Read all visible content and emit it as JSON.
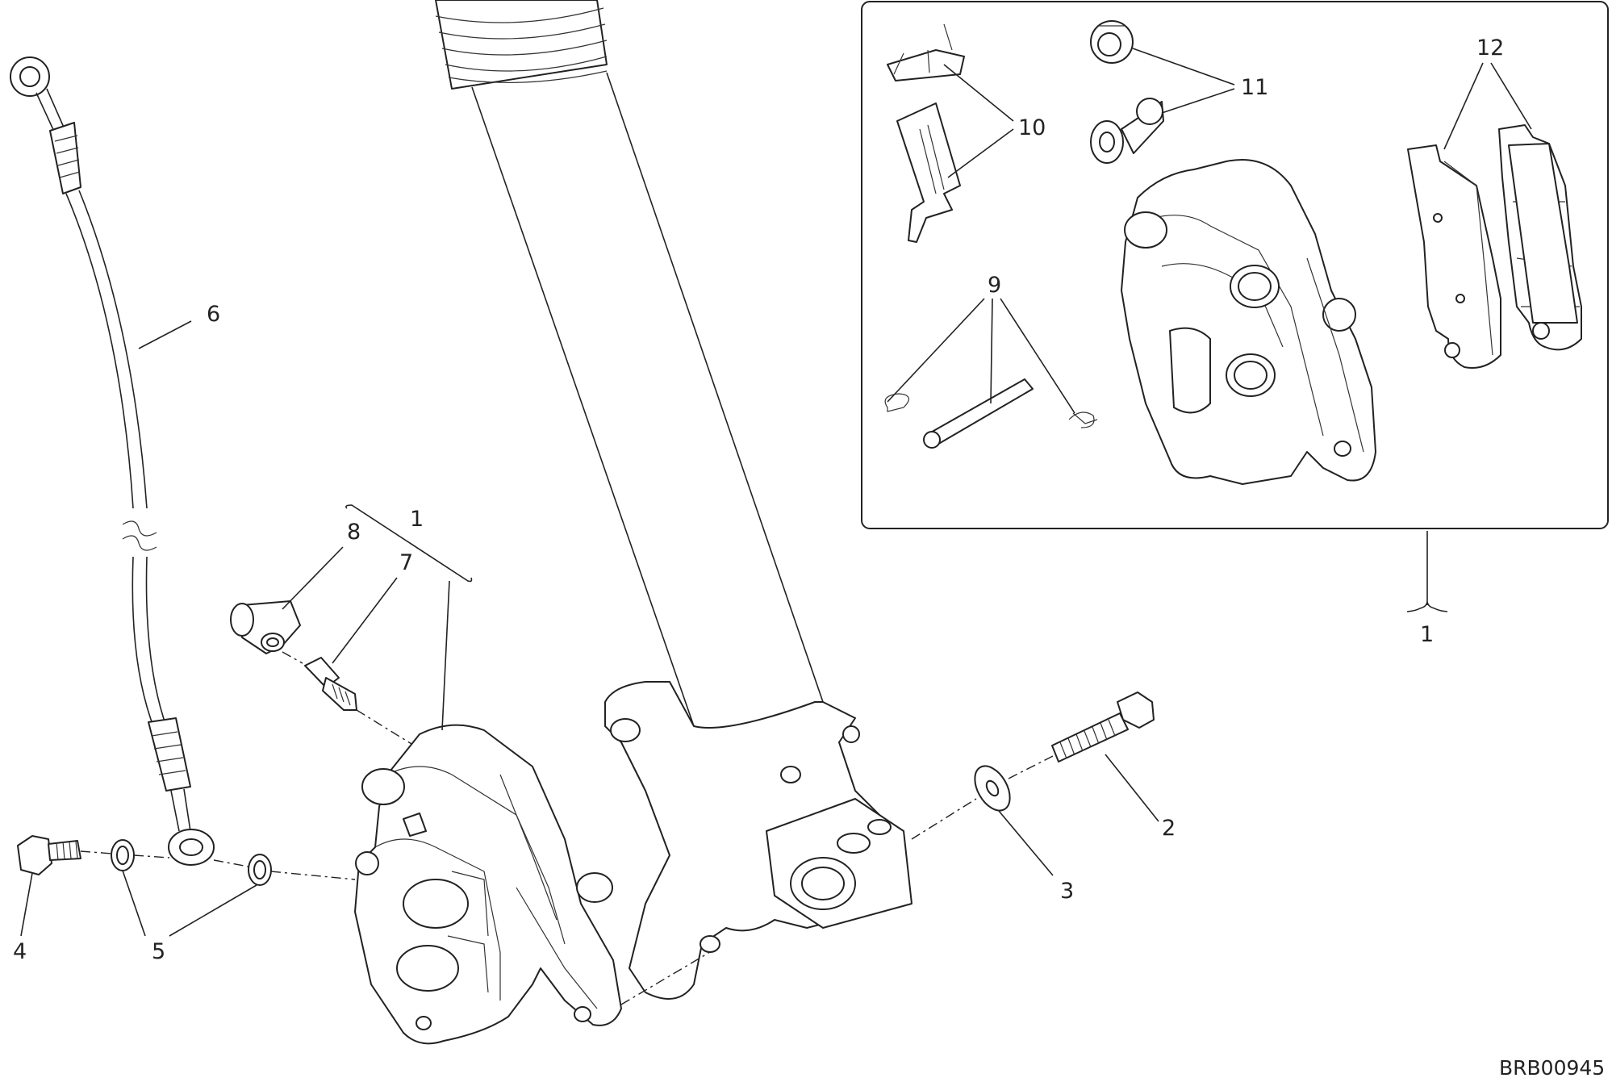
{
  "diagram": {
    "drawing_code": "BRB00945",
    "callouts": [
      {
        "id": "1",
        "text": "1"
      },
      {
        "id": "1b",
        "text": "1"
      },
      {
        "id": "2",
        "text": "2"
      },
      {
        "id": "3",
        "text": "3"
      },
      {
        "id": "4",
        "text": "4"
      },
      {
        "id": "5",
        "text": "5"
      },
      {
        "id": "6",
        "text": "6"
      },
      {
        "id": "7",
        "text": "7"
      },
      {
        "id": "8",
        "text": "8"
      },
      {
        "id": "9",
        "text": "9"
      },
      {
        "id": "10",
        "text": "10"
      },
      {
        "id": "11",
        "text": "11"
      },
      {
        "id": "12",
        "text": "12"
      }
    ]
  }
}
